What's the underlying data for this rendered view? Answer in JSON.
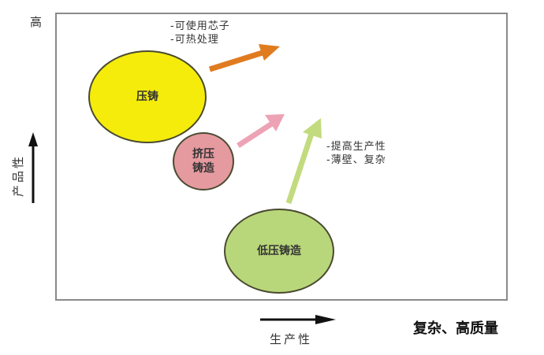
{
  "diagram": {
    "y_axis": {
      "top_label": "高",
      "label": "产品性"
    },
    "x_axis": {
      "label": "生产性",
      "end_label": "复杂、高质量"
    },
    "nodes": [
      {
        "id": "die-casting",
        "label": "压铸",
        "color": "#f5ec0c"
      },
      {
        "id": "squeeze-casting",
        "label_line1": "挤压",
        "label_line2": "铸造",
        "color": "#e59aa0"
      },
      {
        "id": "low-pressure-casting",
        "label": "低压铸造",
        "color": "#b8d77a"
      }
    ],
    "annotations": {
      "die_casting_notes": [
        "-可使用芯子",
        "-可热处理"
      ],
      "low_pressure_notes": [
        "-提高生产性",
        "-薄壁、复杂"
      ]
    },
    "arrow_colors": {
      "orange": "#e07b20",
      "pink": "#eda3b5",
      "green": "#c2db7e"
    }
  }
}
